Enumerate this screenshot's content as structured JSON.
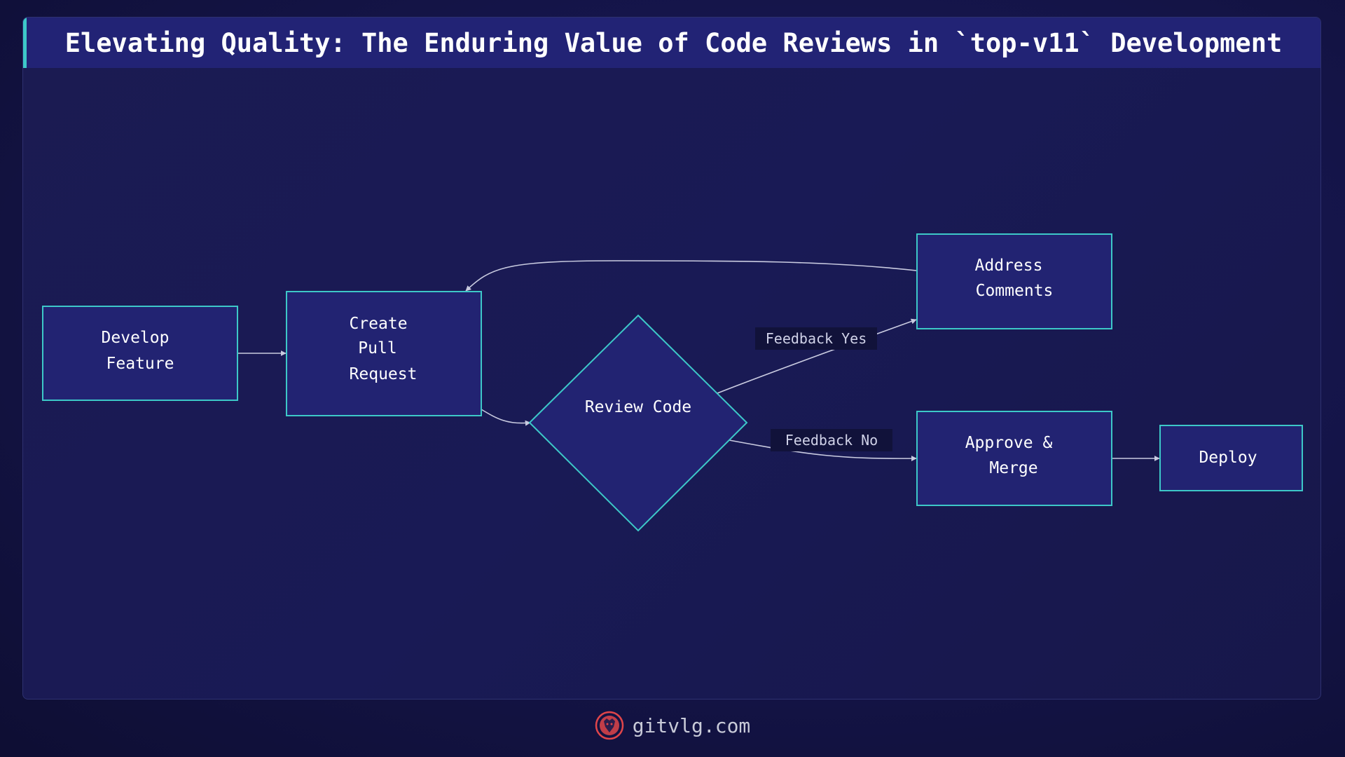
{
  "title": "Elevating Quality: The Enduring Value of Code Reviews in `top-v11` Development",
  "nodes": {
    "develop": {
      "lines": [
        "Develop",
        "Feature"
      ]
    },
    "create_pr": {
      "lines": [
        "Create",
        "Pull",
        "Request"
      ]
    },
    "review": {
      "lines": [
        "Review Code"
      ]
    },
    "address": {
      "lines": [
        "Address",
        "Comments"
      ]
    },
    "approve": {
      "lines": [
        "Approve &",
        "Merge"
      ]
    },
    "deploy": {
      "lines": [
        "Deploy"
      ]
    }
  },
  "edges": {
    "feedback_yes": "Feedback Yes",
    "feedback_no": "Feedback No"
  },
  "footer": {
    "site": "gitvlg.com",
    "logo_icon": "lion-logo-icon"
  },
  "colors": {
    "node_fill": "#222372",
    "node_stroke": "#3dc8c8",
    "edge": "#c9cbe0",
    "label_bg": "#11123a",
    "logo": "#e0454a"
  }
}
